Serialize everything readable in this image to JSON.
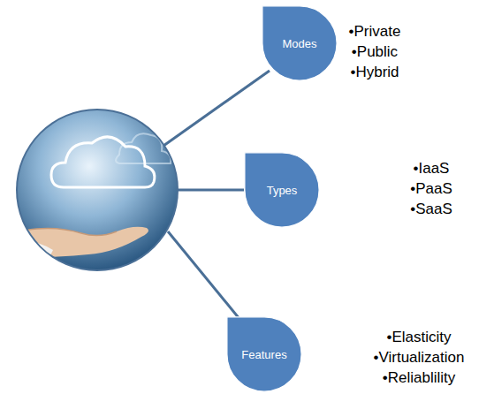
{
  "diagram": {
    "nodes": [
      {
        "text": [
          "Modes"
        ]
      },
      {
        "text": [
          "Types"
        ]
      },
      {
        "text": [
          "Features"
        ]
      }
    ],
    "labels": [
      "•Private",
      "•Public",
      "•Hybrid",
      "•IaaS",
      "•PaaS",
      "•SaaS",
      "•Elasticity",
      "•Virtualization",
      "•Reliablility"
    ]
  }
}
